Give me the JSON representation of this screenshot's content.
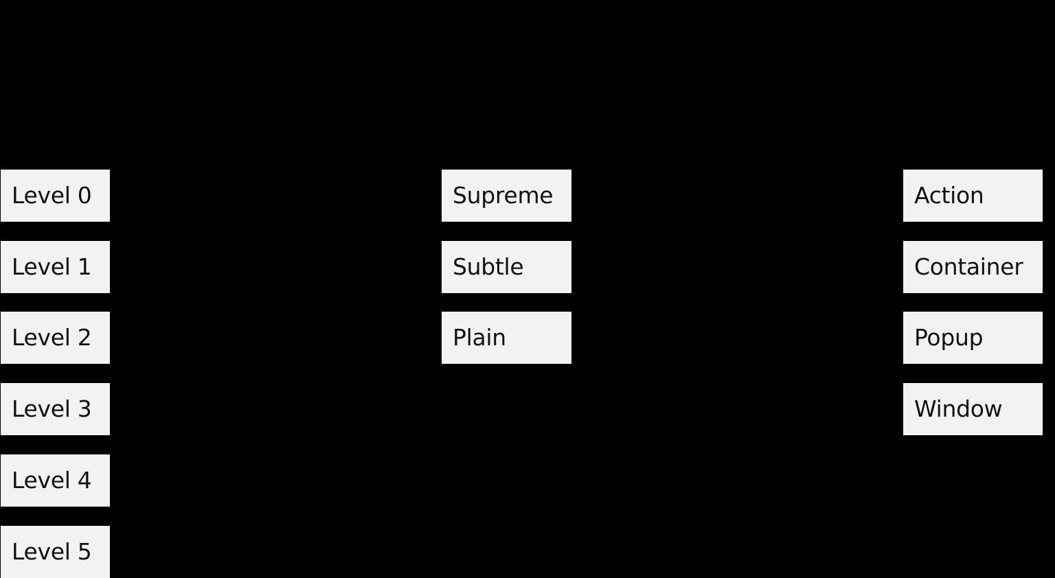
{
  "colors": {
    "background": "#000000",
    "chip_background": "#f2f2f2",
    "chip_text": "#111111"
  },
  "columns": {
    "levels": {
      "items": [
        {
          "label": "Level 0"
        },
        {
          "label": "Level 1"
        },
        {
          "label": "Level 2"
        },
        {
          "label": "Level 3"
        },
        {
          "label": "Level 4"
        },
        {
          "label": "Level 5"
        }
      ]
    },
    "emphasis": {
      "items": [
        {
          "label": "Supreme"
        },
        {
          "label": "Subtle"
        },
        {
          "label": "Plain"
        }
      ]
    },
    "types": {
      "items": [
        {
          "label": "Action"
        },
        {
          "label": "Container"
        },
        {
          "label": "Popup"
        },
        {
          "label": "Window"
        }
      ]
    }
  }
}
